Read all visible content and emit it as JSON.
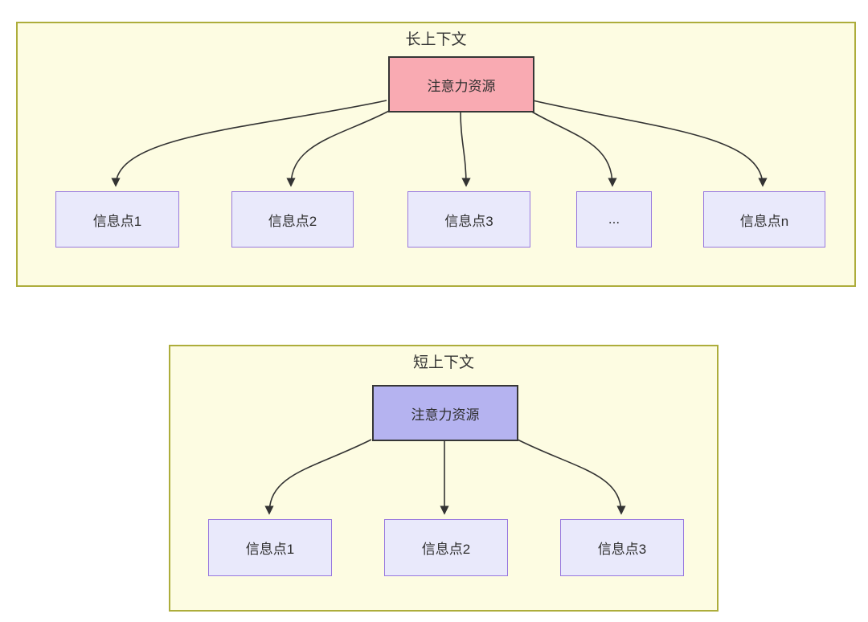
{
  "diagram": {
    "type": "flowchart-comparison",
    "panels": [
      {
        "id": "long-context",
        "title": "长上下文",
        "root": {
          "label": "注意力资源",
          "fill": "#f9aab2"
        },
        "children": [
          {
            "label": "信息点1"
          },
          {
            "label": "信息点2"
          },
          {
            "label": "信息点3"
          },
          {
            "label": "..."
          },
          {
            "label": "信息点n"
          }
        ]
      },
      {
        "id": "short-context",
        "title": "短上下文",
        "root": {
          "label": "注意力资源",
          "fill": "#b5b3f0"
        },
        "children": [
          {
            "label": "信息点1"
          },
          {
            "label": "信息点2"
          },
          {
            "label": "信息点3"
          }
        ]
      }
    ],
    "colors": {
      "page_background": "#ffffff",
      "panel_fill": "#fdfce2",
      "panel_border": "#adad3b",
      "root_node_long_fill": "#f9aab2",
      "root_node_short_fill": "#b5b3f0",
      "root_node_border": "#363636",
      "info_node_fill": "#e9e9fb",
      "info_node_border": "#9878df",
      "edge_stroke": "#333333",
      "text": "#333333"
    }
  }
}
